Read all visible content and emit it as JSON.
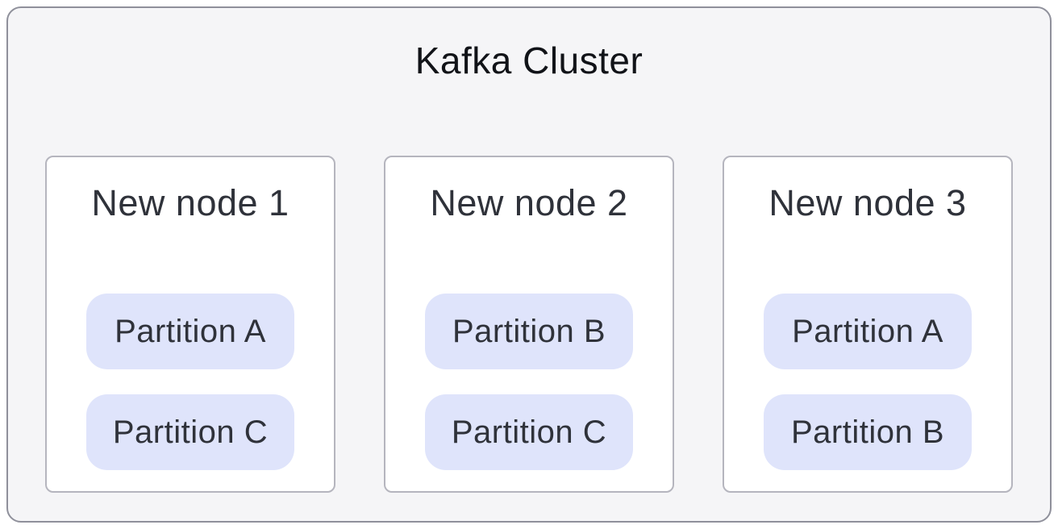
{
  "cluster": {
    "title": "Kafka Cluster",
    "nodes": [
      {
        "title": "New node 1",
        "partitions": [
          "Partition A",
          "Partition C"
        ]
      },
      {
        "title": "New node 2",
        "partitions": [
          "Partition B",
          "Partition C"
        ]
      },
      {
        "title": "New node 3",
        "partitions": [
          "Partition A",
          "Partition B"
        ]
      }
    ]
  },
  "colors": {
    "canvas_background": "#ffffff",
    "cluster_background": "#f5f5f7",
    "cluster_border": "#8f909b",
    "node_background": "#ffffff",
    "node_border": "#b5b5be",
    "partition_background": "#dfe4fb",
    "title_text": "#111318",
    "node_text": "#2f323a"
  }
}
